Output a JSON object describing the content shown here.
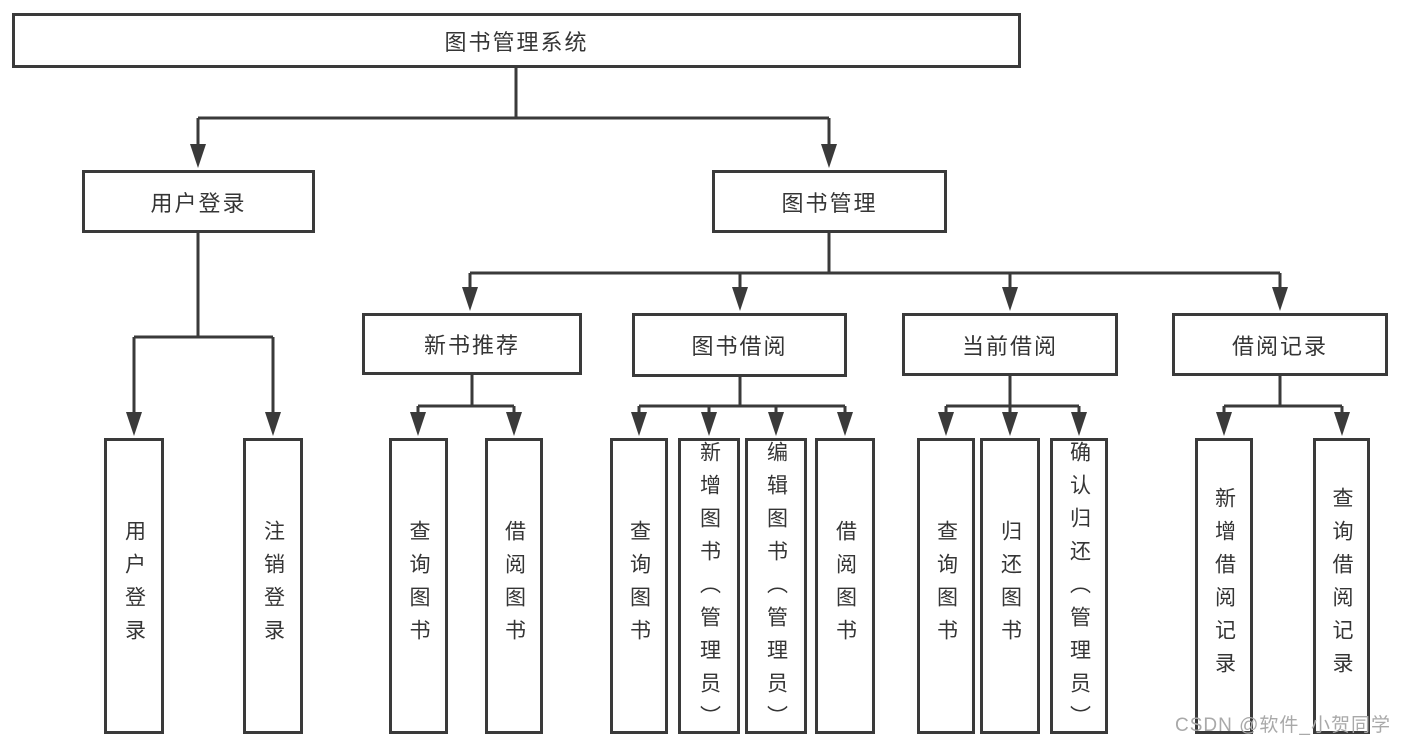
{
  "colors": {
    "line": "#3a3a3a",
    "text": "#353535",
    "box_background": "#ffffff",
    "watermark": "#a9a9a9"
  },
  "diagram": {
    "root": {
      "label": "图书管理系统"
    },
    "branches": [
      {
        "label": "用户登录",
        "children": [
          {
            "label": "用户登录"
          },
          {
            "label": "注销登录"
          }
        ]
      },
      {
        "label": "图书管理",
        "children": [
          {
            "label": "新书推荐",
            "children": [
              {
                "label": "查询图书"
              },
              {
                "label": "借阅图书"
              }
            ]
          },
          {
            "label": "图书借阅",
            "children": [
              {
                "label": "查询图书"
              },
              {
                "label": "新增图书（管理员）"
              },
              {
                "label": "编辑图书（管理员）"
              },
              {
                "label": "借阅图书"
              }
            ]
          },
          {
            "label": "当前借阅",
            "children": [
              {
                "label": "查询图书"
              },
              {
                "label": "归还图书"
              },
              {
                "label": "确认归还（管理员）"
              }
            ]
          },
          {
            "label": "借阅记录",
            "children": [
              {
                "label": "新增借阅记录"
              },
              {
                "label": "查询借阅记录"
              }
            ]
          }
        ]
      }
    ]
  },
  "watermark": {
    "text": "CSDN @软件_小贺同学"
  }
}
